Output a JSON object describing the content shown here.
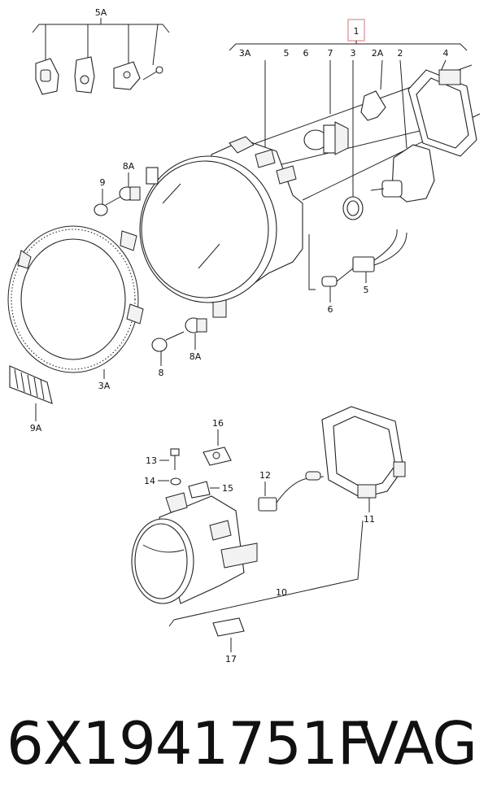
{
  "callouts": {
    "c5A": "5A",
    "c1": "1",
    "c3A_top": "3A",
    "c5_top": "5",
    "c6_top": "6",
    "c7": "7",
    "c3": "3",
    "c2A": "2A",
    "c2": "2",
    "c4": "4",
    "c8A_top": "8A",
    "c9": "9",
    "c5": "5",
    "c6": "6",
    "c8": "8",
    "c8A_bot": "8A",
    "c3A_bot": "3A",
    "c9A": "9A",
    "c16": "16",
    "c13": "13",
    "c14": "14",
    "c15": "15",
    "c12": "12",
    "c11": "11",
    "c10": "10",
    "c17": "17"
  },
  "colors": {
    "highlight_box": "#e8a0a8",
    "line": "#222222"
  },
  "footer": {
    "part_number": "6X1941751F",
    "brand": "VAG"
  }
}
